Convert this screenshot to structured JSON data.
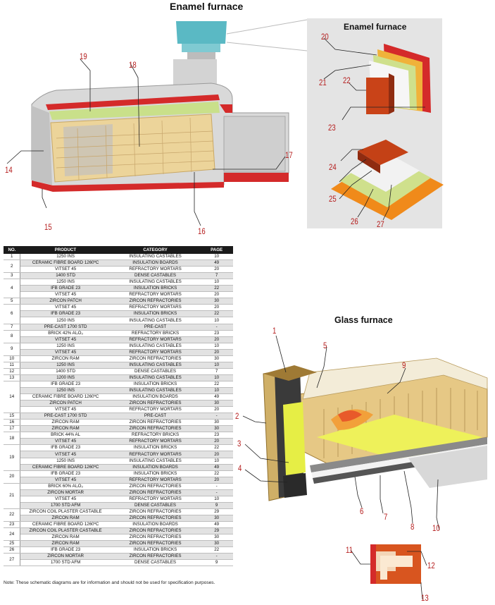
{
  "enamel_title": "Enamel furnace",
  "inset_title": "Enamel furnace",
  "glass_title": "Glass furnace",
  "callouts": {
    "n1": "1",
    "n2": "2",
    "n3": "3",
    "n4": "4",
    "n5": "5",
    "n6": "6",
    "n7": "7",
    "n8": "8",
    "n9": "9",
    "n10": "10",
    "n11": "11",
    "n12": "12",
    "n13": "13",
    "n14": "14",
    "n15": "15",
    "n16": "16",
    "n17": "17",
    "n18": "18",
    "n19": "19",
    "n20": "20",
    "n21": "21",
    "n22": "22",
    "n23": "23",
    "n24": "24",
    "n25": "25",
    "n26": "26",
    "n27": "27"
  },
  "table": {
    "headers": [
      "NO.",
      "PRODUCT",
      "CATEGORY",
      "PAGE"
    ],
    "groups": [
      {
        "no": "1",
        "rows": [
          [
            "1250 INS",
            "INSULATING CASTABLES",
            "10"
          ]
        ]
      },
      {
        "no": "2",
        "rows": [
          [
            "CERAMIC FIBRE BOARD 1260ºC",
            "INSULATION BOARDS",
            "49"
          ],
          [
            "VITSET 45",
            "REFRACTORY MORTARS",
            "20"
          ]
        ]
      },
      {
        "no": "3",
        "rows": [
          [
            "1400 STD",
            "DENSE CASTABLES",
            "7"
          ]
        ]
      },
      {
        "no": "4",
        "rows": [
          [
            "1250 INS",
            "INSULATING CASTABLES",
            "10"
          ],
          [
            "IFB GRADE 23",
            "INSULATION BRICKS",
            "22"
          ],
          [
            "VITSET 45",
            "REFRACTORY MORTARS",
            "20"
          ]
        ]
      },
      {
        "no": "5",
        "rows": [
          [
            "ZIRCON PATCH",
            "ZIRCON REFRACTORIES",
            "30"
          ]
        ]
      },
      {
        "no": "6",
        "rows": [
          [
            "VITSET 45",
            "REFRACTORY MORTARS",
            "20"
          ],
          [
            "IFB GRADE 23",
            "INSULATION BRICKS",
            "22"
          ],
          [
            "1250 INS",
            "INSULATING CASTABLES",
            "10"
          ]
        ]
      },
      {
        "no": "7",
        "rows": [
          [
            "PRE-CAST 1700 STD",
            "PRE-CAST",
            "-"
          ]
        ]
      },
      {
        "no": "8",
        "rows": [
          [
            "BRICK 42% Al₂O₃",
            "REFRACTORY BRICKS",
            "23"
          ],
          [
            "VITSET 45",
            "REFRACTORY MORTARS",
            "20"
          ]
        ]
      },
      {
        "no": "9",
        "rows": [
          [
            "1250 INS",
            "INSULATING CASTABLES",
            "10"
          ],
          [
            "VITSET 45",
            "REFRACTORY MORTARS",
            "20"
          ]
        ]
      },
      {
        "no": "10",
        "rows": [
          [
            "ZIRCON RAM",
            "ZIRCON REFRACTORIES",
            "30"
          ]
        ]
      },
      {
        "no": "11",
        "rows": [
          [
            "1250 INS",
            "INSULATING CASTABLES",
            "10"
          ]
        ]
      },
      {
        "no": "12",
        "rows": [
          [
            "1400 STD",
            "DENSE CASTABLES",
            "7"
          ]
        ]
      },
      {
        "no": "13",
        "rows": [
          [
            "1200 INS",
            "INSULATING CASTABLES",
            "10"
          ]
        ]
      },
      {
        "no": "14",
        "rows": [
          [
            "IFB GRADE 23",
            "INSULATION BRICKS",
            "22"
          ],
          [
            "1250 INS",
            "INSULATING CASTABLES",
            "10"
          ],
          [
            "CERAMIC FIBRE BOARD 1260ºC",
            "INSULATION BOARDS",
            "49"
          ],
          [
            "ZIRCON PATCH",
            "ZIRCON REFRACTORIES",
            "30"
          ],
          [
            "VITSET 45",
            "REFRACTORY MORTARS",
            "20"
          ]
        ]
      },
      {
        "no": "15",
        "rows": [
          [
            "PRE-CAST 1700 STD",
            "PRE-CAST",
            "-"
          ]
        ]
      },
      {
        "no": "16",
        "rows": [
          [
            "ZIRCON RAM",
            "ZIRCON REFRACTORIES",
            "30"
          ]
        ]
      },
      {
        "no": "17",
        "rows": [
          [
            "ZIRCON RAM",
            "ZIRCON REFRACTORIES",
            "30"
          ]
        ]
      },
      {
        "no": "18",
        "rows": [
          [
            "BRICK 44% AL",
            "REFRACTORY BRICKS",
            "23"
          ],
          [
            "VITSET 45",
            "REFRACTORY MORTARS",
            "20"
          ]
        ]
      },
      {
        "no": "19",
        "rows": [
          [
            "IFB GRADE 23",
            "INSULATION BRICKS",
            "22"
          ],
          [
            "VITSET 45",
            "REFRACTORY MORTARS",
            "20"
          ],
          [
            "1250 INS",
            "INSULATING CASTABLES",
            "10"
          ],
          [
            "CERAMIC FIBRE BOARD 1260ºC",
            "INSULATION BOARDS",
            "49"
          ]
        ]
      },
      {
        "no": "20",
        "rows": [
          [
            "IFB GRADE 23",
            "INSULATION BRICKS",
            "22"
          ],
          [
            "VITSET 45",
            "REFRACTORY MORTARS",
            "20"
          ]
        ]
      },
      {
        "no": "21",
        "rows": [
          [
            "BRICK 60% Al₂O₃",
            "ZIRCON REFRACTORIES",
            "-"
          ],
          [
            "ZIRCON MORTAR",
            "ZIRCON REFRACTORIES",
            "-"
          ],
          [
            "VITSET 45",
            "REFRACTORY MORTARS",
            "10"
          ],
          [
            "1700 STD AFM",
            "DENSE CASTABLES",
            "9"
          ]
        ]
      },
      {
        "no": "22",
        "rows": [
          [
            "ZIRCON COIL PLASTER CASTABLE",
            "ZIRCON REFRACTORIES",
            "29"
          ],
          [
            "ZIRCON RAM",
            "ZIRCON REFRACTORIES",
            "30"
          ]
        ]
      },
      {
        "no": "23",
        "rows": [
          [
            "CERAMIC FIBRE BOARD 1260ºC",
            "INSULATION BOARDS",
            "49"
          ]
        ]
      },
      {
        "no": "24",
        "rows": [
          [
            "ZIRCON COIL PLASTER CASTABLE",
            "ZIRCON REFRACTORIES",
            "29"
          ],
          [
            "ZIRCON RAM",
            "ZIRCON REFRACTORIES",
            "30"
          ]
        ]
      },
      {
        "no": "25",
        "rows": [
          [
            "ZIRCON RAM",
            "ZIRCON REFRACTORIES",
            "30"
          ]
        ]
      },
      {
        "no": "26",
        "rows": [
          [
            "IFB GRADE 23",
            "INSULATION BRICKS",
            "22"
          ]
        ]
      },
      {
        "no": "27",
        "rows": [
          [
            "ZIRCON MORTAR",
            "ZIRCON REFRACTORIES",
            "-"
          ],
          [
            "1700 STD AFM",
            "DENSE CASTABLES",
            "9"
          ]
        ]
      }
    ]
  },
  "note": "Note: These schematic diagrams are for information and should not be used for specification purposes.",
  "colors": {
    "callout": "#b51d1d",
    "insulation": "#c9e08a",
    "brick": "#e8c98a",
    "red_shell": "#d42a2a",
    "header_bg": "#1a1a1a",
    "row_alt": "#e2e2e2",
    "inset_bg": "#e4e4e4"
  }
}
